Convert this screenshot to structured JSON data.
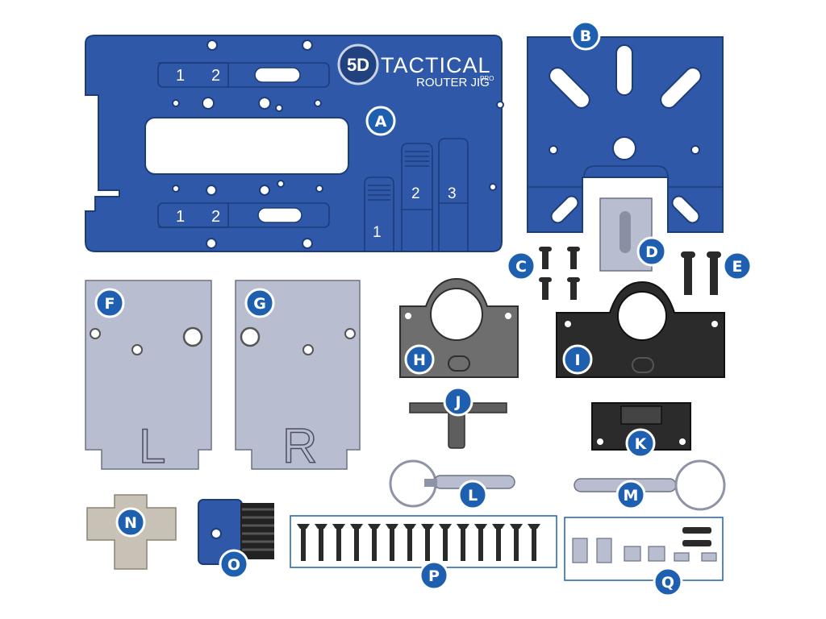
{
  "colors": {
    "blue_anodized": "#2f59a8",
    "blue_edge": "#1d3d7a",
    "badge": "#1f5fb0",
    "silver_plate": "#b9bdd0",
    "black_part": "#2b2b2b",
    "tan_part": "#c7c1b6"
  },
  "branding": {
    "logo_mark": "5D",
    "brand_name": "TACTICAL",
    "product_line": "ROUTER JIG",
    "product_suffix": "PRO"
  },
  "plate_a": {
    "upper_slot_numbers": [
      "1",
      "2"
    ],
    "lower_slot_numbers": [
      "1",
      "2"
    ],
    "step_numbers": [
      "1",
      "2",
      "3"
    ]
  },
  "plate_f": {
    "letter": "L"
  },
  "plate_g": {
    "letter": "R"
  },
  "labels": {
    "A": "A",
    "B": "B",
    "C": "C",
    "D": "D",
    "E": "E",
    "F": "F",
    "G": "G",
    "H": "H",
    "I": "I",
    "J": "J",
    "K": "K",
    "L": "L",
    "M": "M",
    "N": "N",
    "O": "O",
    "P": "P",
    "Q": "Q"
  }
}
